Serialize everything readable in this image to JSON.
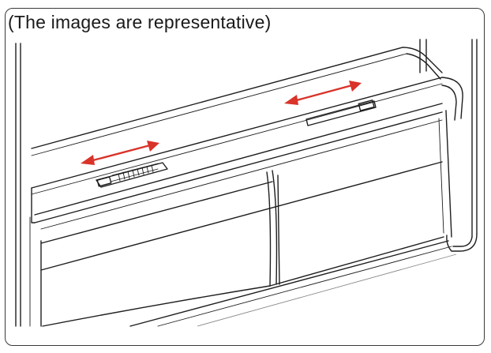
{
  "caption": "(The images are representative)",
  "colors": {
    "frame": "#3a3a3a",
    "lines": "#1e1e1e",
    "arrow": "#d9332a"
  },
  "icons": {
    "left_arrow": "double-headed-arrow",
    "right_arrow": "double-headed-arrow"
  }
}
